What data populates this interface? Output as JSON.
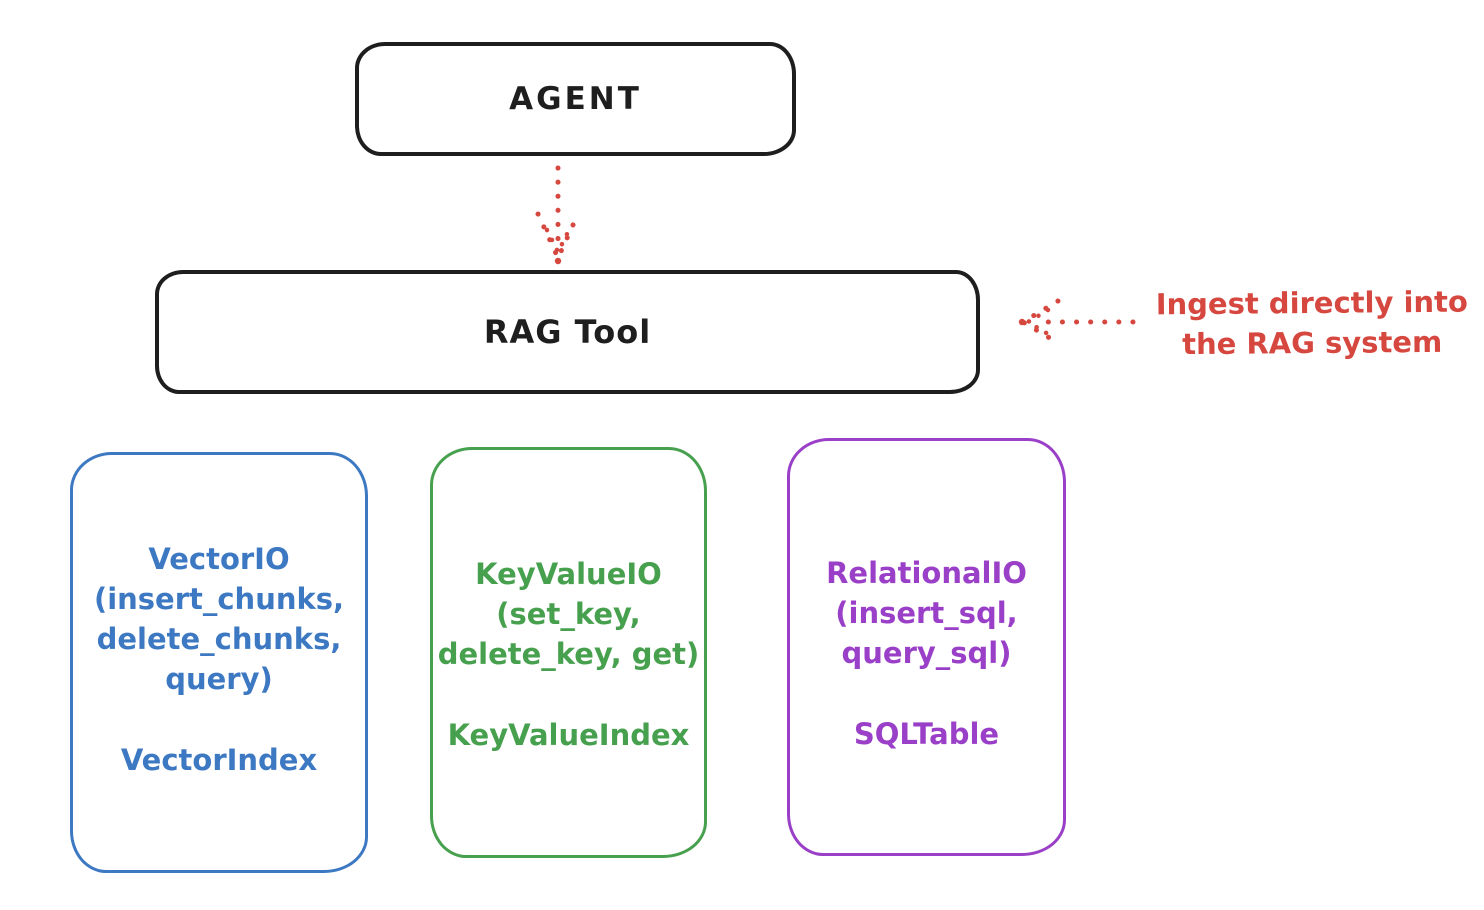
{
  "colors": {
    "stroke": "#1e1e1e",
    "red": "#d6483f",
    "blue": "#3d78c2",
    "green": "#46a04d",
    "purple": "#9a3fc7",
    "background": "#ffffff"
  },
  "agent": {
    "label": "AGENT"
  },
  "rag_tool": {
    "label": "RAG Tool"
  },
  "annotation": {
    "line1": "Ingest directly into",
    "line2": "the RAG system"
  },
  "arrows": {
    "agent_to_rag": "red-dotted-arrow-down",
    "annotation_to_rag": "red-dotted-arrow-left"
  },
  "io_boxes": [
    {
      "name": "VectorIO",
      "lines": [
        "VectorIO",
        "(insert_chunks,",
        "delete_chunks,",
        "query)"
      ],
      "index": "VectorIndex",
      "color": "#3d78c2"
    },
    {
      "name": "KeyValueIO",
      "lines": [
        "KeyValueIO",
        "(set_key,",
        "delete_key, get)"
      ],
      "index": "KeyValueIndex",
      "color": "#46a04d"
    },
    {
      "name": "RelationalIO",
      "lines": [
        "RelationalIO",
        "(insert_sql,",
        "query_sql)"
      ],
      "index": "SQLTable",
      "color": "#9a3fc7"
    }
  ]
}
